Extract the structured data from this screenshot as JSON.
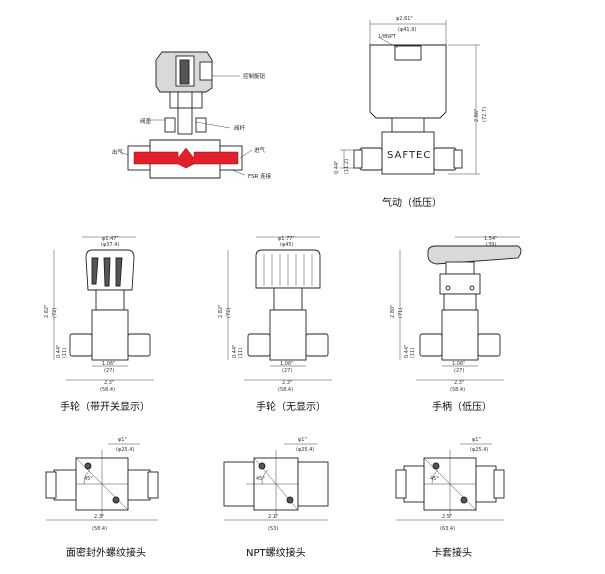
{
  "top_left": {
    "labels": {
      "knob": "控制旋钮",
      "bonnet": "阀盖",
      "stem": "阀杆",
      "outlet": "出气",
      "inlet": "进气",
      "fsr": "FSR 连接"
    }
  },
  "top_right": {
    "dim_top": "φ2.61\"",
    "dim_top_mm": "(φ41.9)",
    "thread": "1/8NPT",
    "dim_height": "2.86\"",
    "dim_height_mm": "(72.7)",
    "dim_left": "0.44\"",
    "dim_left_mm": "(11.2)",
    "brand": "SAFTEC",
    "caption": "气动（低压）"
  },
  "middle": {
    "left": {
      "dim_top": "φ1.47\"",
      "dim_top_mm": "(φ37.4)",
      "dim_height": "2.82\"",
      "dim_height_mm": "(72)",
      "dim_side": "0.44\"",
      "dim_side_mm": "(11)",
      "dim_inner": "1.06\"",
      "dim_inner_mm": "(27)",
      "dim_bottom": "2.3\"",
      "dim_bottom_mm": "(58.4)",
      "caption": "手轮（带开关显示）"
    },
    "center": {
      "dim_top": "φ1.77\"",
      "dim_top_mm": "(φ45)",
      "dim_height": "2.82\"",
      "dim_height_mm": "(72)",
      "dim_side": "0.44\"",
      "dim_side_mm": "(11)",
      "dim_inner": "1.06\"",
      "dim_inner_mm": "(27)",
      "dim_bottom": "2.3\"",
      "dim_bottom_mm": "(58.4)",
      "caption": "手轮（无显示）"
    },
    "right": {
      "dim_top": "1.54\"",
      "dim_top_mm": "(39)",
      "dim_height": "2.80\"",
      "dim_height_mm": "(71)",
      "dim_side": "0.44\"",
      "dim_side_mm": "(11)",
      "dim_inner": "1.06\"",
      "dim_inner_mm": "(27)",
      "dim_bottom": "2.3\"",
      "dim_bottom_mm": "(58.4)",
      "caption": "手柄（低压）"
    }
  },
  "bottom": {
    "left": {
      "dia": "φ1\"",
      "dia_mm": "(φ25.4)",
      "angle": "45°",
      "width": "2.3\"",
      "width_mm": "(58.4)",
      "caption": "面密封外螺纹接头"
    },
    "center": {
      "dia": "φ1\"",
      "dia_mm": "(φ25.4)",
      "angle": "45°",
      "width": "2.1\"",
      "width_mm": "(53)",
      "caption": "NPT螺纹接头"
    },
    "right": {
      "dia": "φ1\"",
      "dia_mm": "(φ25.4)",
      "angle": "45°",
      "width": "2.5\"",
      "width_mm": "(63.4)",
      "caption": "卡套接头"
    }
  },
  "colors": {
    "flow": "#e0202a"
  }
}
